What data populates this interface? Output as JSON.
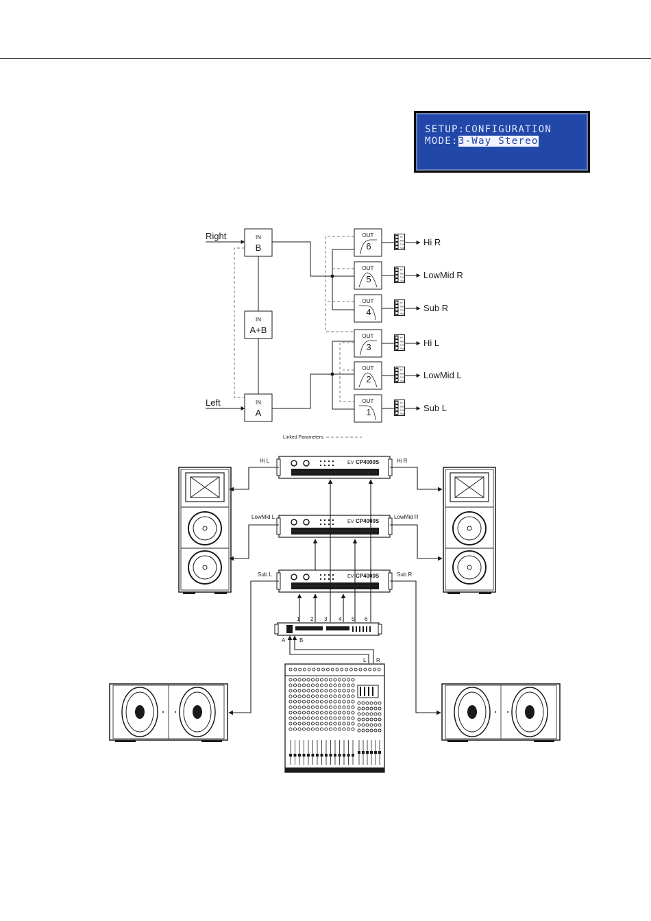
{
  "lcd": {
    "line1": "SETUP:CONFIGURATION",
    "mode_label": "MODE:",
    "mode_value": "3-Way Stereo"
  },
  "routing": {
    "inputs": {
      "right_label": "Right",
      "left_label": "Left",
      "in_b": {
        "tag": "IN",
        "name": "B"
      },
      "in_ab": {
        "tag": "IN",
        "name": "A+B"
      },
      "in_a": {
        "tag": "IN",
        "name": "A"
      }
    },
    "outputs": [
      {
        "tag": "OUT",
        "num": "6",
        "dest": "Hi R"
      },
      {
        "tag": "OUT",
        "num": "5",
        "dest": "LowMid R"
      },
      {
        "tag": "OUT",
        "num": "4",
        "dest": "Sub R"
      },
      {
        "tag": "OUT",
        "num": "3",
        "dest": "Hi L"
      },
      {
        "tag": "OUT",
        "num": "2",
        "dest": "LowMid L"
      },
      {
        "tag": "OUT",
        "num": "1",
        "dest": "Sub L"
      }
    ],
    "band_labels": [
      "Hi",
      "Mid",
      "Low",
      "Sub"
    ],
    "legend": "Linked Parameters"
  },
  "system": {
    "amp_model": "CP4000S",
    "amp_logo": "EV",
    "labels": {
      "hi_l": "Hi L",
      "hi_r": "Hi R",
      "lowmid_l": "LowMid L",
      "lowmid_r": "LowMid R",
      "sub_l": "Sub L",
      "sub_r": "Sub R"
    },
    "processor_outputs": [
      "1",
      "2",
      "3",
      "4",
      "5",
      "6"
    ],
    "processor_inputs": {
      "a": "A",
      "b": "B"
    },
    "mixer_outputs": {
      "l": "L",
      "r": "R"
    }
  }
}
